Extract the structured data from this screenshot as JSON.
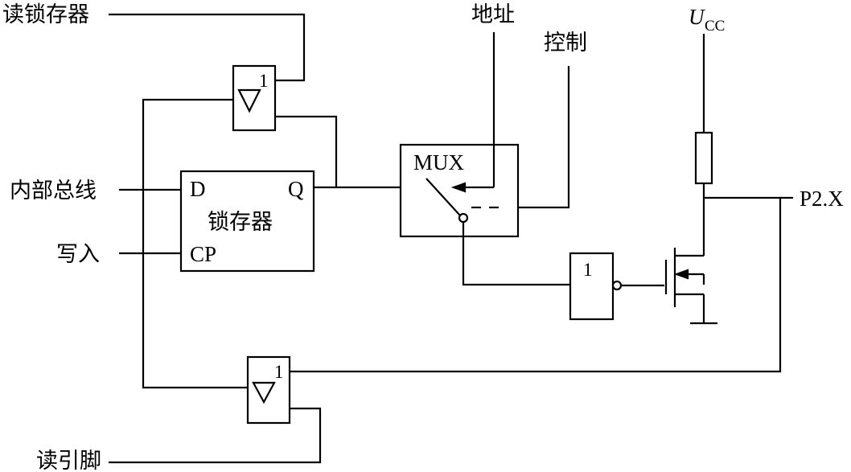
{
  "labels": {
    "read_latch": "读锁存器",
    "internal_bus": "内部总线",
    "write": "写入",
    "read_pin": "读引脚",
    "address": "地址",
    "control": "控制",
    "vcc_main": "U",
    "vcc_sub": "CC",
    "pin": "P2.X"
  },
  "latch": {
    "d": "D",
    "q": "Q",
    "cp": "CP",
    "name": "锁存器"
  },
  "mux": {
    "name": "MUX"
  },
  "buffers": {
    "top_mark": "1",
    "bottom_mark": "1"
  },
  "inverter": {
    "mark": "1"
  }
}
